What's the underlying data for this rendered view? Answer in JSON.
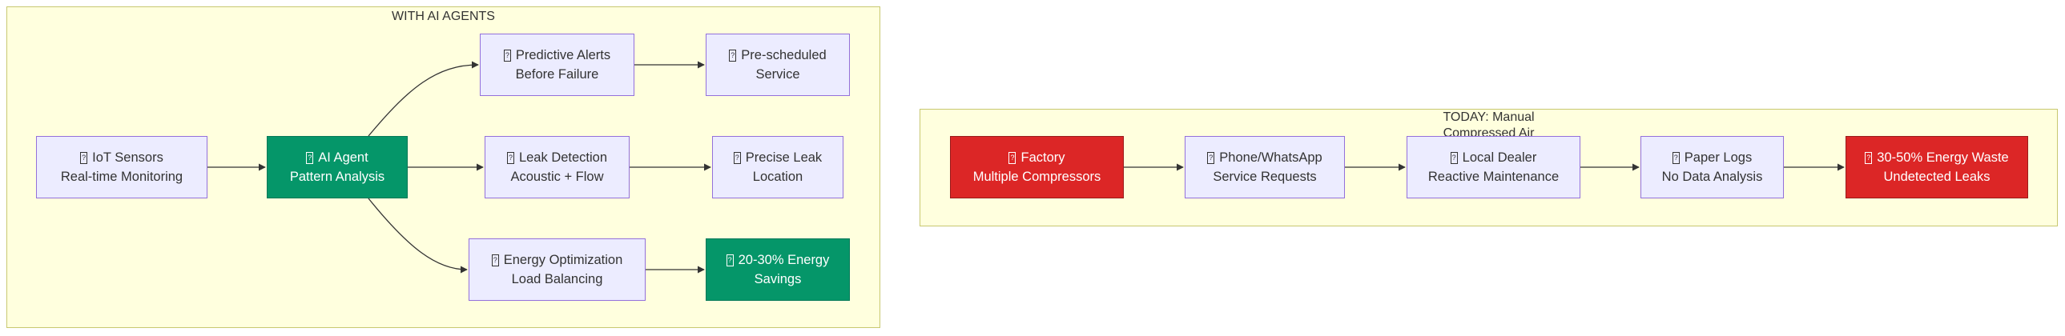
{
  "clusters": {
    "ai": {
      "title": "WITH AI AGENTS"
    },
    "today": {
      "title": "TODAY: Manual",
      "title_line2": "Compressed Air"
    }
  },
  "nodes": {
    "iot": {
      "line1": "IoT Sensors",
      "line2": "Real-time Monitoring",
      "glyph": "?"
    },
    "agent": {
      "line1": "AI Agent",
      "line2": "Pattern Analysis",
      "glyph": "?"
    },
    "alerts": {
      "line1": "Predictive Alerts",
      "line2": "Before Failure",
      "glyph": "?"
    },
    "prescheduled": {
      "line1": "Pre-scheduled",
      "line2": "Service",
      "glyph": "?"
    },
    "leak": {
      "line1": "Leak Detection",
      "line2": "Acoustic + Flow",
      "glyph": "?"
    },
    "location": {
      "line1": "Precise Leak",
      "line2": "Location",
      "glyph": "?"
    },
    "energy": {
      "line1": "Energy Optimization",
      "line2": "Load Balancing",
      "glyph": "?"
    },
    "savings": {
      "line1": "20-30% Energy",
      "line2": "Savings",
      "glyph": "?"
    },
    "factory": {
      "line1": "Factory",
      "line2": "Multiple Compressors",
      "glyph": "?"
    },
    "phone": {
      "line1": "Phone/WhatsApp",
      "line2": "Service Requests",
      "glyph": "?"
    },
    "dealer": {
      "line1": "Local Dealer",
      "line2": "Reactive Maintenance",
      "glyph": "?"
    },
    "logs": {
      "line1": "Paper Logs",
      "line2": "No Data Analysis",
      "glyph": "?"
    },
    "waste": {
      "line1": "30-50% Energy Waste",
      "line2": "Undetected Leaks",
      "glyph": "?"
    }
  },
  "colors": {
    "cluster_fill": "#ffffde",
    "node_fill": "#ececff",
    "node_border": "#9370db",
    "green": "#059669",
    "red": "#dc2626",
    "edge": "#333333"
  }
}
